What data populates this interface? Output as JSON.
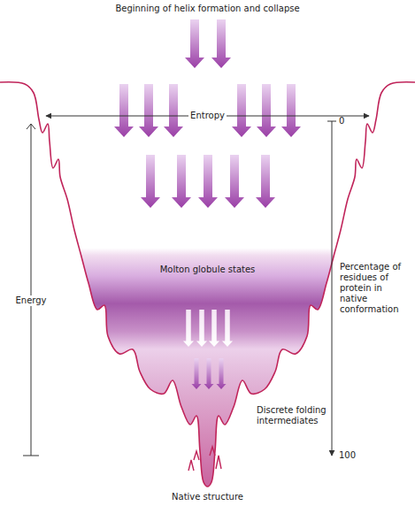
{
  "diagram": {
    "title": "Beginning of helix formation and collapse",
    "labels": [
      "Entropy",
      "Energy",
      "Molton globule states",
      "Percentage of residues of protein in native conformation",
      "0",
      "100",
      "Discrete folding intermediates",
      "Native structure"
    ]
  }
}
